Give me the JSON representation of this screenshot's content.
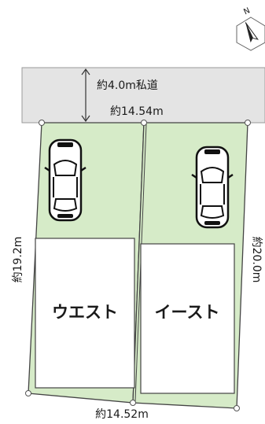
{
  "compass": {
    "north_label": "N"
  },
  "road": {
    "label": "約4.0m私道"
  },
  "dimensions": {
    "top_width": "約14.54m",
    "bottom_width": "約14.52m",
    "left_depth": "約19.2m",
    "right_depth": "約20.0m"
  },
  "lots": [
    {
      "label": "ウエスト"
    },
    {
      "label": "イースト"
    }
  ],
  "colors": {
    "road_fill": "#e4e4e4",
    "lot_fill": "#d6ebc8",
    "building_fill": "#ffffff",
    "outline": "#444444"
  }
}
